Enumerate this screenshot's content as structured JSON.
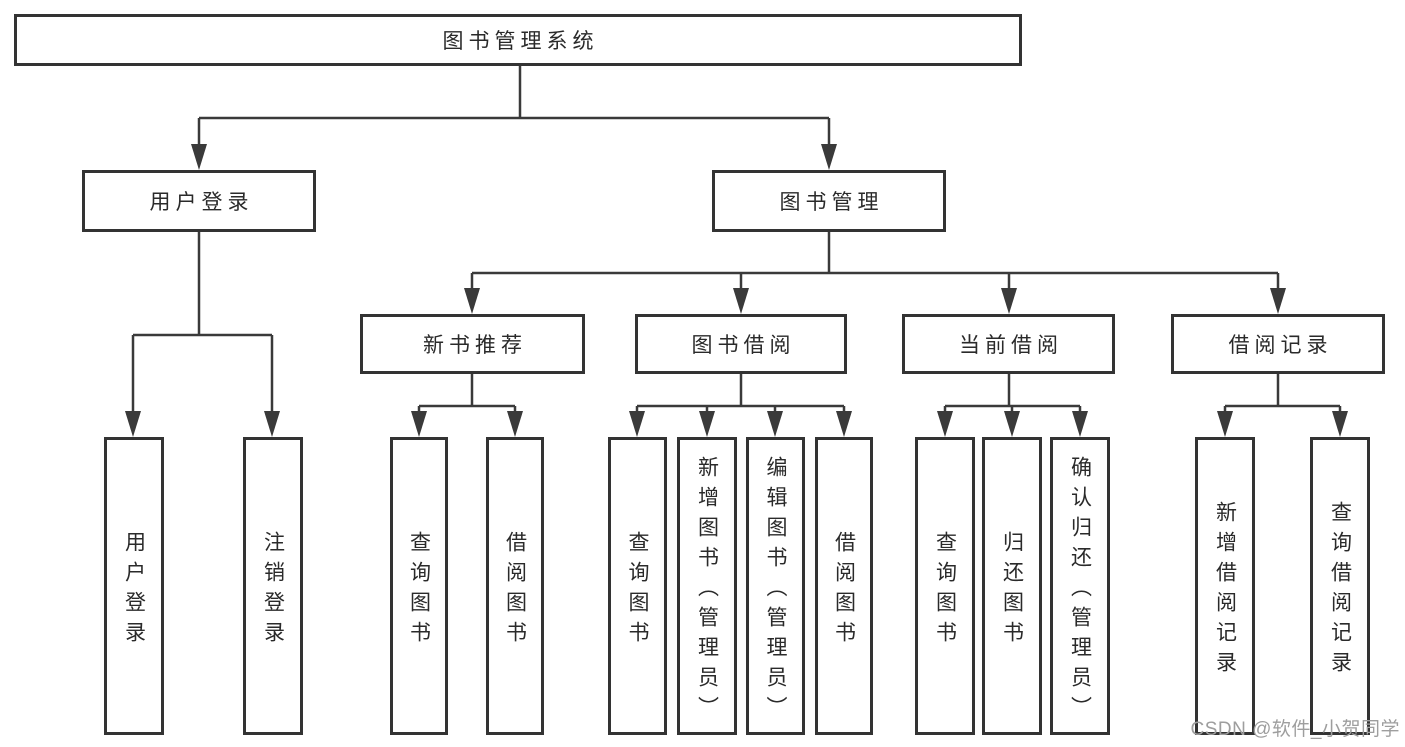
{
  "diagram": {
    "colors": {
      "background": "#ffffff",
      "border": "#333333",
      "line": "#3a3a3a",
      "text": "#2a2a2a",
      "watermark": "#9e9e9e"
    },
    "tree": {
      "root": {
        "label": "图书管理系统"
      },
      "branches": [
        {
          "label": "用户登录",
          "children": [
            {
              "label": "用户登录"
            },
            {
              "label": "注销登录"
            }
          ]
        },
        {
          "label": "图书管理",
          "children": [
            {
              "label": "新书推荐",
              "children": [
                {
                  "label": "查询图书"
                },
                {
                  "label": "借阅图书"
                }
              ]
            },
            {
              "label": "图书借阅",
              "children": [
                {
                  "label": "查询图书"
                },
                {
                  "label": "新增图书（管理员）"
                },
                {
                  "label": "编辑图书（管理员）"
                },
                {
                  "label": "借阅图书"
                }
              ]
            },
            {
              "label": "当前借阅",
              "children": [
                {
                  "label": "查询图书"
                },
                {
                  "label": "归还图书"
                },
                {
                  "label": "确认归还（管理员）"
                }
              ]
            },
            {
              "label": "借阅记录",
              "children": [
                {
                  "label": "新增借阅记录"
                },
                {
                  "label": "查询借阅记录"
                }
              ]
            }
          ]
        }
      ]
    },
    "watermark": {
      "text": "CSDN @软件_小贺同学"
    }
  }
}
